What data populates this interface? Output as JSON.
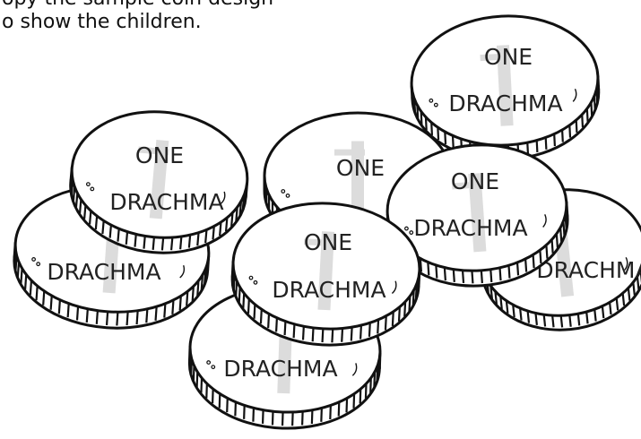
{
  "caption": {
    "line1": "opy the sample coin design",
    "line2": "o show the children."
  },
  "coin_label_top": "ONE",
  "coin_label_bottom": "DRACHMA",
  "colors": {
    "outline": "#111111",
    "face": "#ffffff",
    "cross": "#dcdcdc"
  }
}
